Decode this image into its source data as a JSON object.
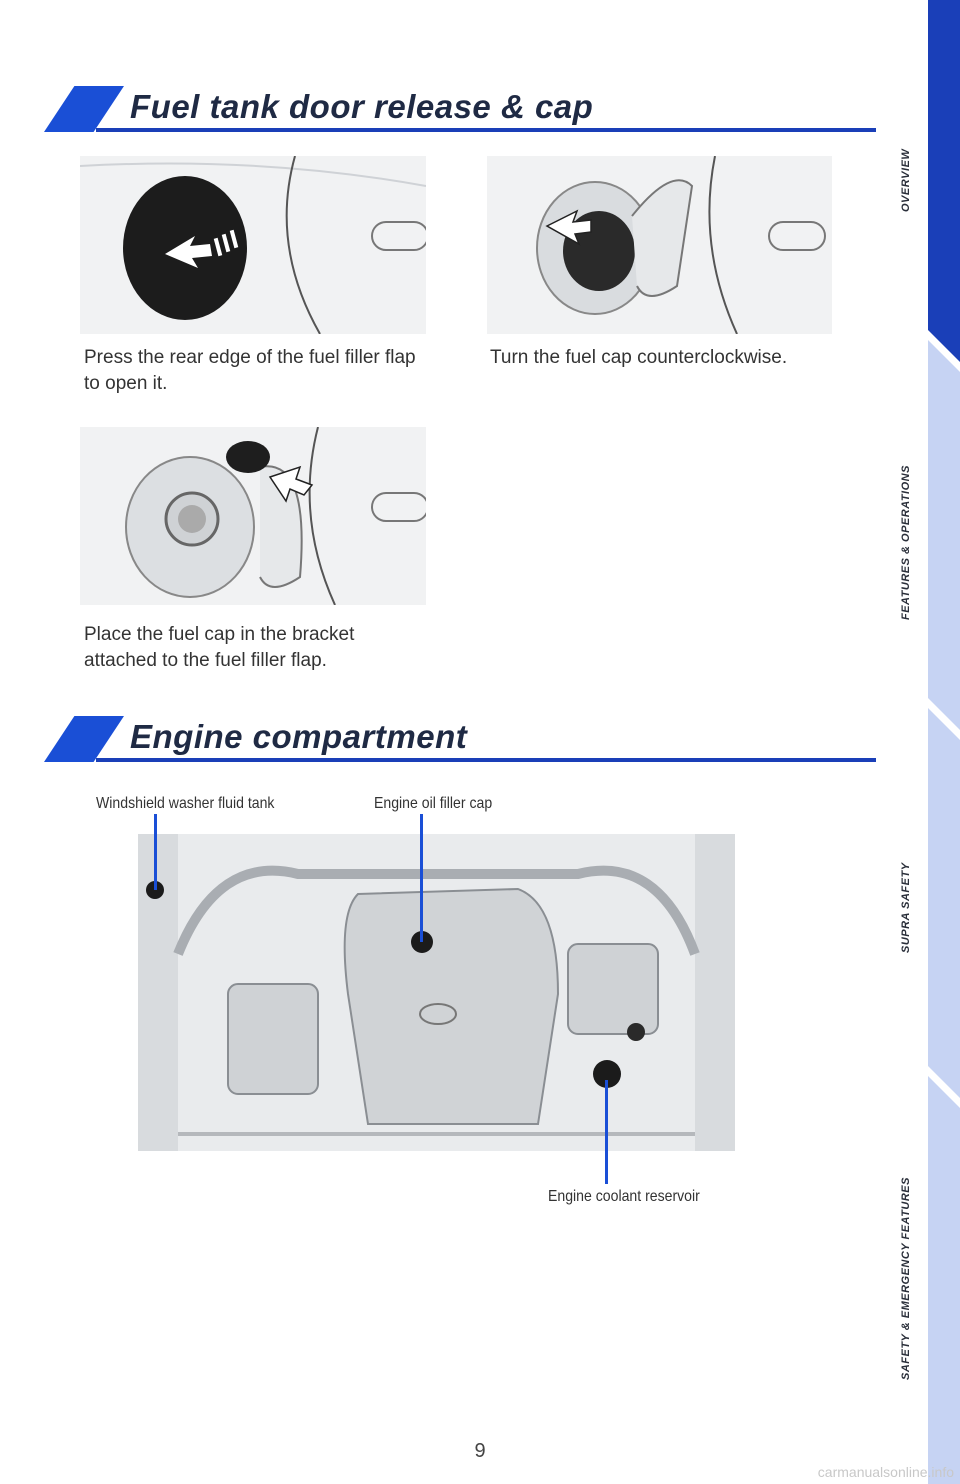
{
  "sections": {
    "fuel": {
      "title": "Fuel tank door release & cap"
    },
    "engine": {
      "title": "Engine compartment"
    }
  },
  "captions": {
    "press": "Press the rear edge of the fuel filler flap to open it.",
    "turn": "Turn the fuel cap counterclockwise.",
    "place": "Place the fuel cap in the bracket attached to the fuel filler flap."
  },
  "callouts": {
    "washer": "Windshield washer fluid tank",
    "oil": "Engine oil filler cap",
    "coolant": "Engine coolant reservoir"
  },
  "nav": {
    "overview": "OVERVIEW",
    "features": "FEATURES & OPERATIONS",
    "safety": "SUPRA SAFETY",
    "emergency": "SAFETY & EMERGENCY FEATURES"
  },
  "colors": {
    "accent": "#1a4fd6",
    "nav_active": "#1a3fb8",
    "nav_inactive": "#c6d3f3"
  },
  "page_number": "9",
  "watermark": "carmanualsonline.info"
}
